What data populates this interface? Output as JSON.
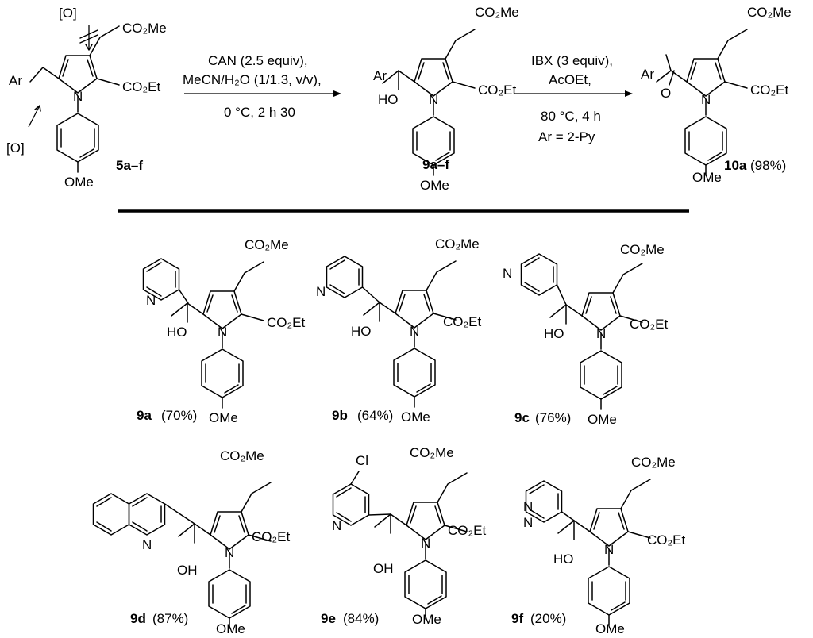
{
  "reaction": {
    "start_label": "5a–f",
    "intermediate_label": "9a–f",
    "product_label": "10a",
    "product_yield": "(98%)",
    "oxidation_marker": "[O]",
    "step1": {
      "line1": "CAN (2.5 equiv),",
      "line2": "MeCN/H₂O (1/1.3, v/v),",
      "line3": "0 °C, 2 h 30"
    },
    "step2": {
      "line1": "IBX (3 equiv),",
      "line2": "AcOEt,",
      "line3": "80 °C, 4 h",
      "line4": "Ar = 2-Py"
    }
  },
  "groups": {
    "ar": "Ar",
    "ho": "HO",
    "oh": "OH",
    "n": "N",
    "o": "O",
    "cl": "Cl",
    "co2me": "CO₂Me",
    "co2et": "CO₂Et",
    "ome": "OMe"
  },
  "compounds": [
    {
      "id": "9a",
      "yield": "(70%)"
    },
    {
      "id": "9b",
      "yield": "(64%)"
    },
    {
      "id": "9c",
      "yield": "(76%)"
    },
    {
      "id": "9d",
      "yield": "(87%)"
    },
    {
      "id": "9e",
      "yield": "(84%)"
    },
    {
      "id": "9f",
      "yield": "(20%)"
    }
  ]
}
